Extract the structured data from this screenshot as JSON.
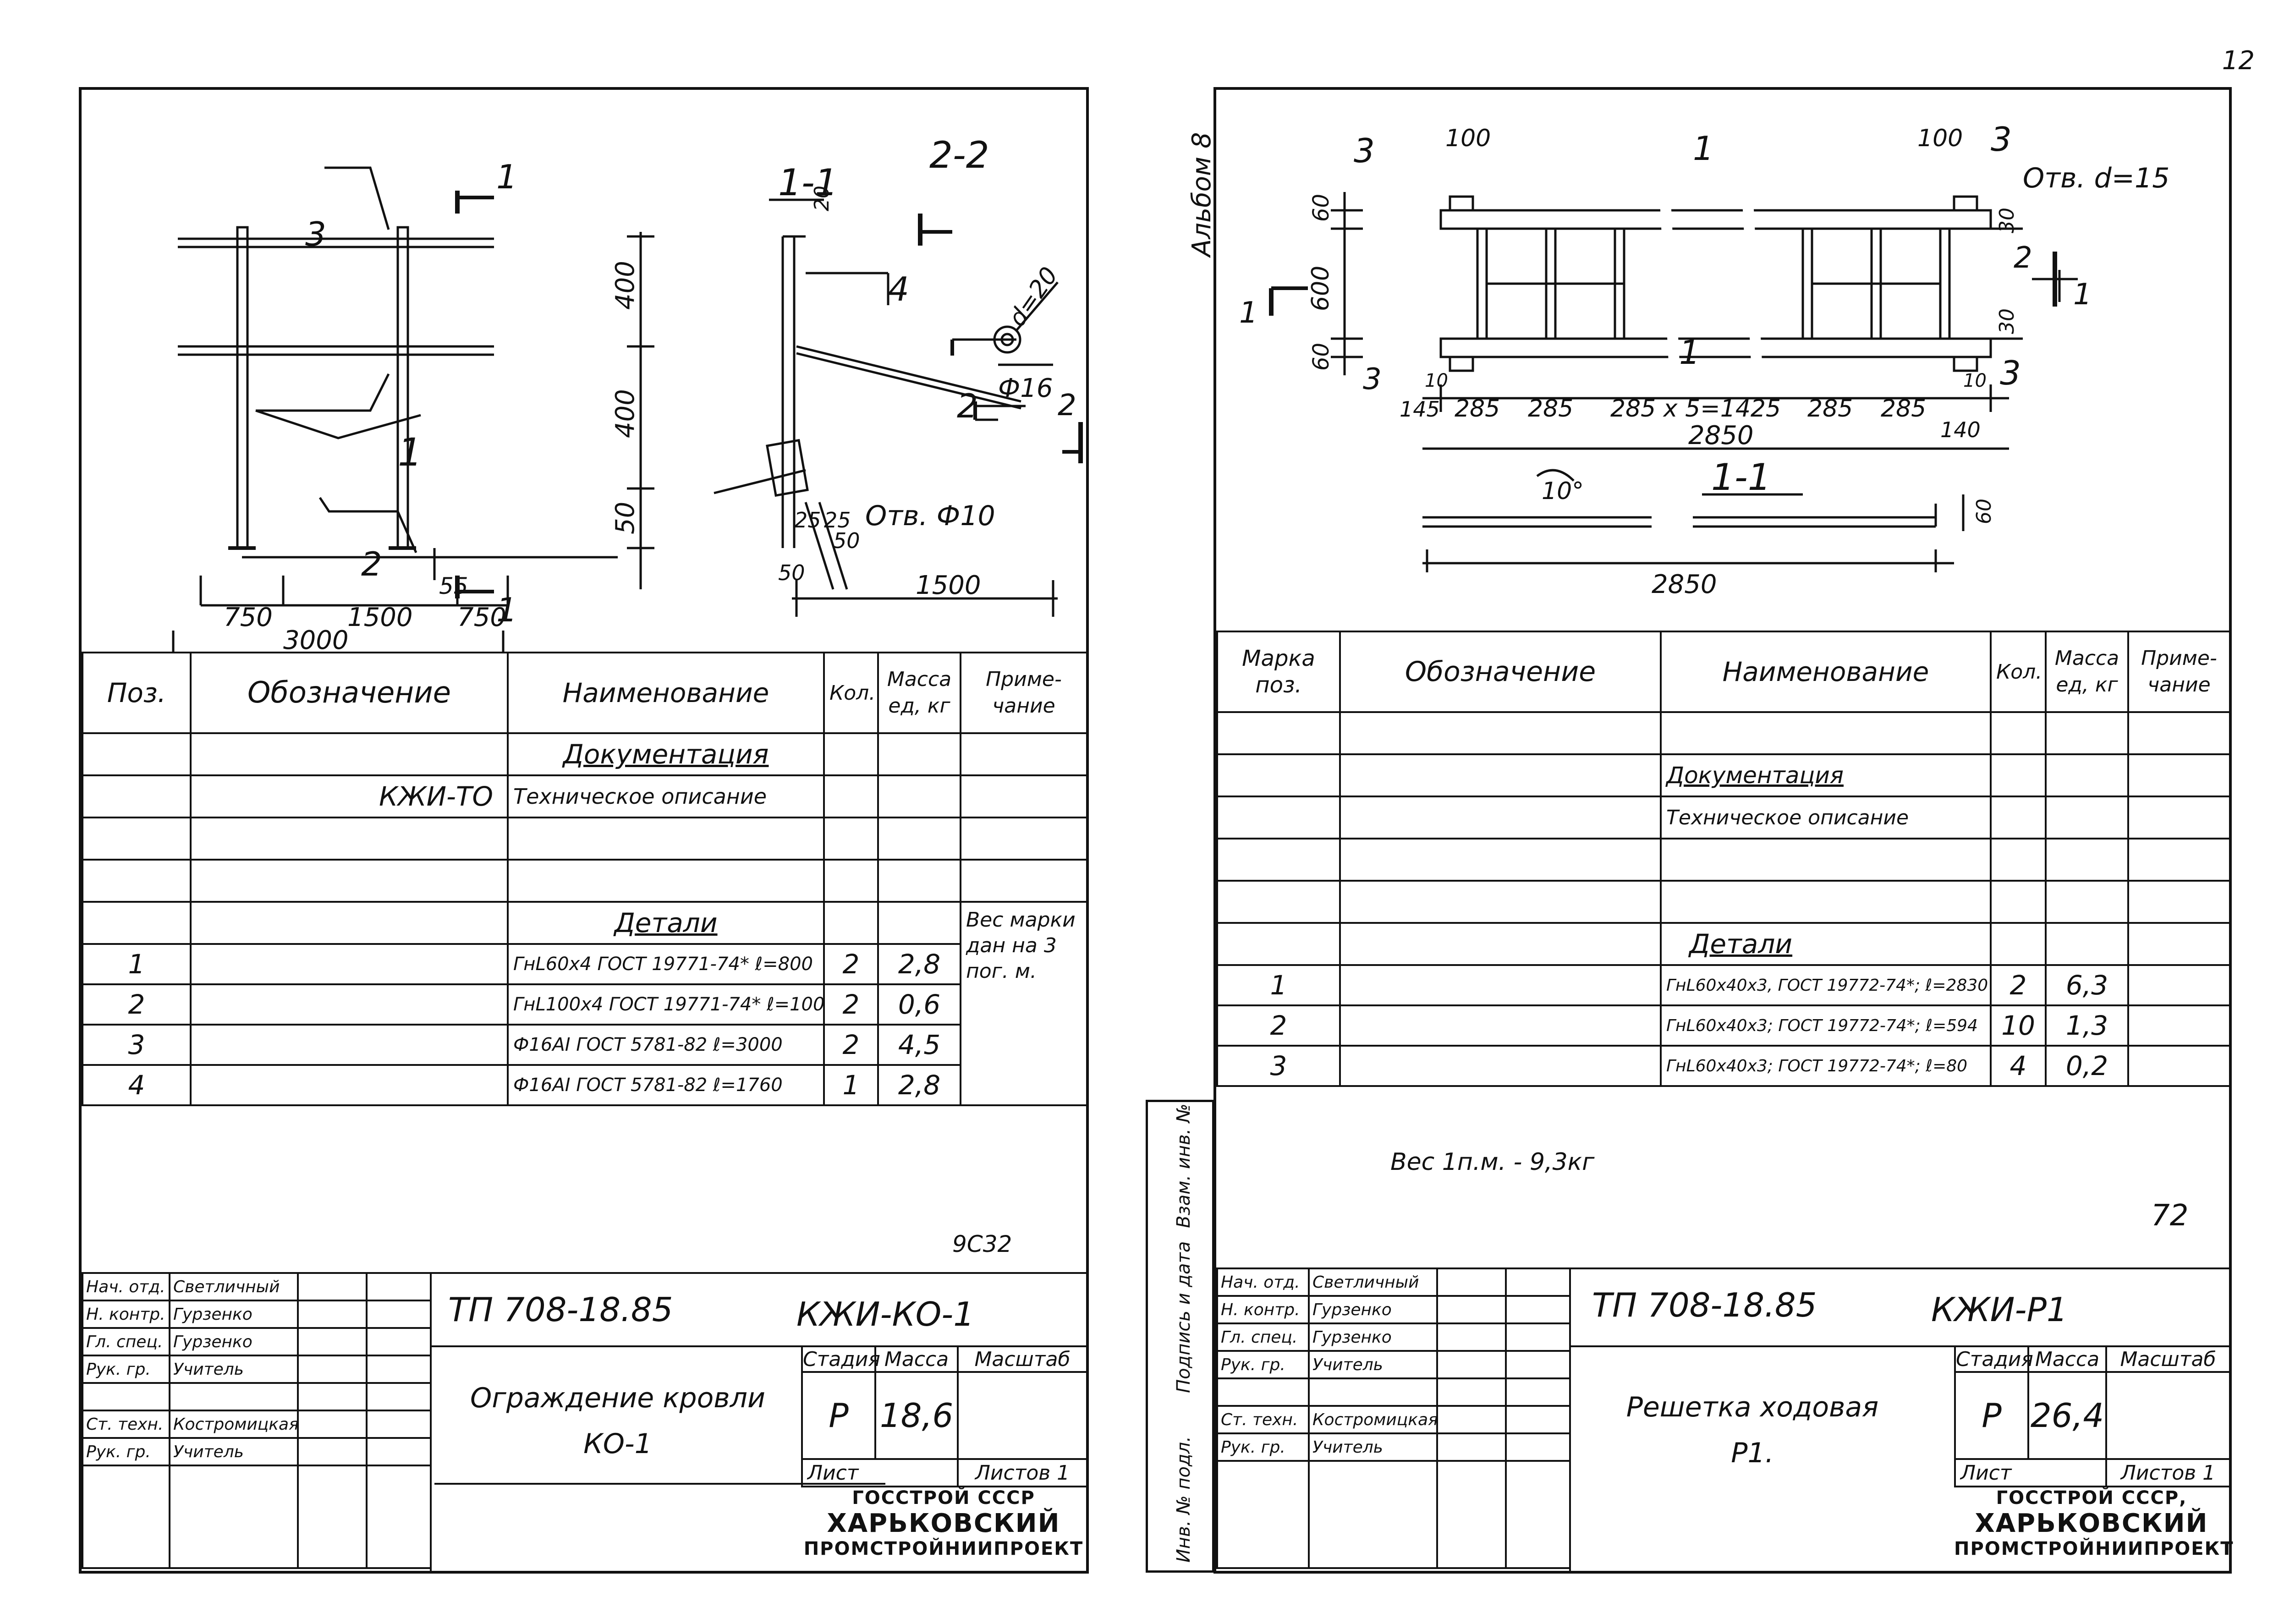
{
  "corner_mark": "12",
  "left": {
    "drawing": {
      "plan": {
        "section_mark": "1",
        "pos_1": "1",
        "pos_2": "2",
        "pos_3": "3",
        "dims_bottom": [
          "750",
          "1500",
          "750"
        ],
        "dim_total": "3000",
        "dim_55": "55"
      },
      "section_1_1": {
        "title": "1-1",
        "dims_vertical": [
          "20",
          "400",
          "400",
          "50"
        ],
        "pos_4": "4",
        "pos_2": "2",
        "section_mark": "2",
        "dim_25a": "25",
        "dim_25b": "25",
        "dim_50a": "50",
        "dim_50b": "50",
        "hole_note": "Отв. Ф10",
        "dim_1500": "1500"
      },
      "section_2_2": {
        "title": "2-2",
        "diameter_label": "d=20",
        "rod_label": "Ф16"
      }
    },
    "spec": {
      "headers": {
        "pos": "Поз.",
        "designation": "Обозначение",
        "name": "Наименование",
        "qty": "Кол.",
        "mass": "Масса ед, кг",
        "note": "Приме- чание"
      },
      "rows": [
        {
          "pos": "",
          "designation": "",
          "name": "Документация",
          "qty": "",
          "mass": "",
          "underline": true
        },
        {
          "pos": "",
          "designation": "КЖИ-ТО",
          "name": "Техническое описание",
          "qty": "",
          "mass": ""
        },
        {
          "pos": "",
          "designation": "",
          "name": "",
          "qty": "",
          "mass": ""
        },
        {
          "pos": "",
          "designation": "",
          "name": "",
          "qty": "",
          "mass": ""
        },
        {
          "pos": "",
          "designation": "",
          "name": "Детали",
          "qty": "",
          "mass": "",
          "underline": true
        },
        {
          "pos": "1",
          "designation": "",
          "name": "ГнL60х4 ГОСТ 19771-74* ℓ=800",
          "qty": "2",
          "mass": "2,8"
        },
        {
          "pos": "2",
          "designation": "",
          "name": "ГнL100х4 ГОСТ 19771-74* ℓ=100",
          "qty": "2",
          "mass": "0,6"
        },
        {
          "pos": "3",
          "designation": "",
          "name": "Ф16АI ГОСТ 5781-82 ℓ=3000",
          "qty": "2",
          "mass": "4,5"
        },
        {
          "pos": "4",
          "designation": "",
          "name": "Ф16АI ГОСТ 5781-82 ℓ=1760",
          "qty": "1",
          "mass": "2,8"
        }
      ],
      "note": "Вес марки дан на 3 пог. м."
    },
    "stamp_ref": "9С32",
    "titleblock": {
      "roles": [
        "Нач. отд.",
        "Н. контр.",
        "Гл. спец.",
        "Рук. гр.",
        "",
        "Ст. техн.",
        "Рук. гр."
      ],
      "names": [
        "Светличный",
        "Гурзенко",
        "Гурзенко",
        "Учитель",
        "",
        "Костромицкая",
        "Учитель"
      ],
      "code": "ТП 708-18.85",
      "sheet_code": "КЖИ-КО-1",
      "title": "Ограждение кровли",
      "subtitle": "КО-1",
      "stage_label": "Стадия",
      "mass_label": "Масса",
      "scale_label": "Масштаб",
      "stage": "Р",
      "mass": "18,6",
      "scale": "",
      "sheet_label": "Лист",
      "sheets_label": "Листов 1",
      "org_line1": "ГОССТРОЙ СССР",
      "org_line2": "ХАРЬКОВСКИЙ",
      "org_line3": "ПРОМСТРОЙНИИПРОЕКТ"
    }
  },
  "right": {
    "album": "Альбом 8",
    "strip": [
      "Взам. инв. №",
      "Подпись и дата",
      "Инв. № подл."
    ],
    "drawing": {
      "plan": {
        "dim_100a": "100",
        "dim_100b": "100",
        "pos_3": "3",
        "pos_1": "1",
        "pos_2": "2",
        "hole_note": "Отв. d=15",
        "dims_left": [
          "60",
          "600",
          "60"
        ],
        "dim_30a": "30",
        "dim_30b": "30",
        "dims_bottom": [
          "145",
          "285",
          "285",
          "285 х 5=1425",
          "285",
          "285"
        ],
        "dim_10a": "10",
        "dim_10b": "10",
        "dim_140": "140",
        "dim_total": "2850",
        "section_mark": "1"
      },
      "section_1_1": {
        "title": "1-1",
        "angle": "10°",
        "dim_60": "60",
        "dim_total": "2850"
      }
    },
    "spec": {
      "headers": {
        "pos": "Марка поз.",
        "designation": "Обозначение",
        "name": "Наименование",
        "qty": "Кол.",
        "mass": "Масса ед, кг",
        "note": "Приме- чание"
      },
      "rows": [
        {
          "pos": "",
          "designation": "",
          "name": "",
          "qty": "",
          "mass": ""
        },
        {
          "pos": "",
          "designation": "",
          "name": "Документация",
          "qty": "",
          "mass": "",
          "underline": true
        },
        {
          "pos": "",
          "designation": "",
          "name": "Техническое описание",
          "qty": "",
          "mass": ""
        },
        {
          "pos": "",
          "designation": "",
          "name": "",
          "qty": "",
          "mass": ""
        },
        {
          "pos": "",
          "designation": "",
          "name": "",
          "qty": "",
          "mass": ""
        },
        {
          "pos": "",
          "designation": "",
          "name": "Детали",
          "qty": "",
          "mass": "",
          "underline": true
        },
        {
          "pos": "1",
          "designation": "",
          "name": "ГнL60х40х3, ГОСТ 19772-74*; ℓ=2830",
          "qty": "2",
          "mass": "6,3"
        },
        {
          "pos": "2",
          "designation": "",
          "name": "ГнL60х40х3; ГОСТ 19772-74*; ℓ=594",
          "qty": "10",
          "mass": "1,3"
        },
        {
          "pos": "3",
          "designation": "",
          "name": "ГнL60х40х3; ГОСТ 19772-74*; ℓ=80",
          "qty": "4",
          "mass": "0,2"
        }
      ]
    },
    "weight_note": "Вес 1п.м. - 9,3кг",
    "page_number": "72",
    "titleblock": {
      "roles": [
        "Нач. отд.",
        "Н. контр.",
        "Гл. спец.",
        "Рук. гр.",
        "",
        "Ст. техн.",
        "Рук. гр."
      ],
      "names": [
        "Светличный",
        "Гурзенко",
        "Гурзенко",
        "Учитель",
        "",
        "Костромицкая",
        "Учитель"
      ],
      "code": "ТП 708-18.85",
      "sheet_code": "КЖИ-Р1",
      "title": "Решетка ходовая",
      "subtitle": "Р1.",
      "stage_label": "Стадия",
      "mass_label": "Масса",
      "scale_label": "Масштаб",
      "stage": "Р",
      "mass": "26,4",
      "scale": "",
      "sheet_label": "Лист",
      "sheets_label": "Листов 1",
      "org_line1": "ГОССТРОЙ СССР,",
      "org_line2": "ХАРЬКОВСКИЙ",
      "org_line3": "ПРОМСТРОЙНИИПРОЕКТ"
    }
  }
}
